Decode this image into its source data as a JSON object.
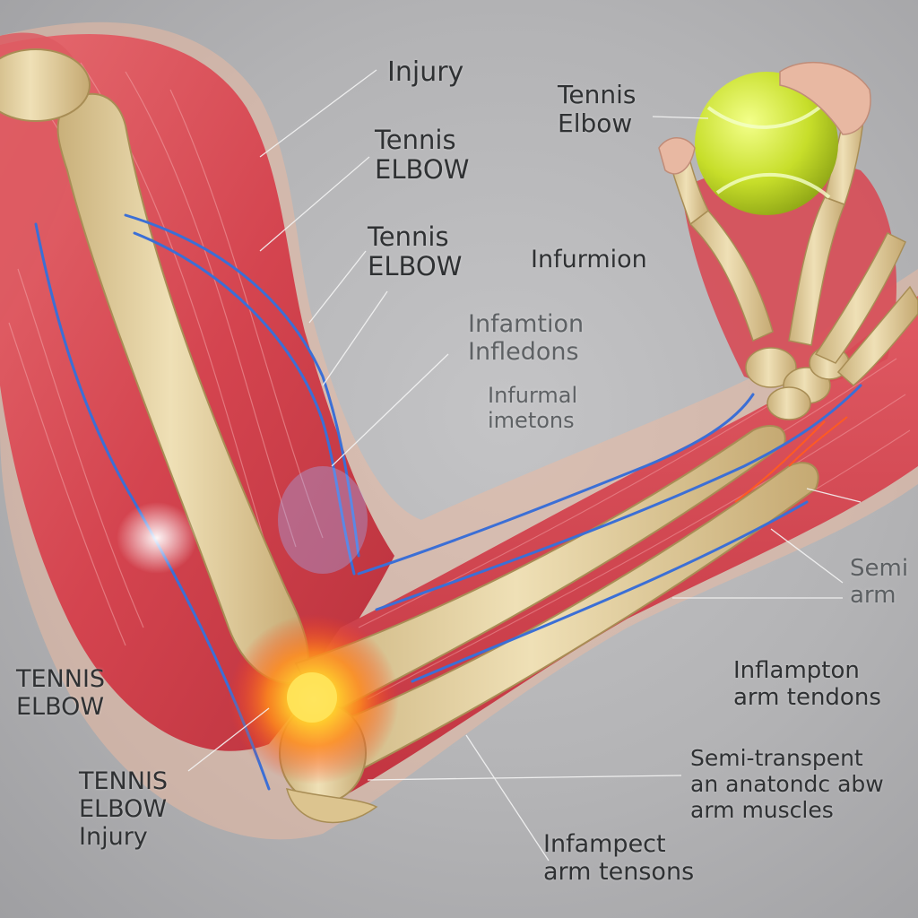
{
  "labels": {
    "injury_top": "Injury",
    "tennis_elbow_upper": {
      "line1": "Tennis",
      "line2": "ELBOW"
    },
    "tennis_elbow_mid": {
      "line1": "Tennis",
      "line2": "ELBOW"
    },
    "tennis_elbow_ball": {
      "line1": "Tennis",
      "line2": "Elbow"
    },
    "infurmion": "Infurmion",
    "infamtion_infledons": {
      "line1": "Infamtion",
      "line2": "Infledons"
    },
    "infurmal_imetons": {
      "line1": "Infurmal",
      "line2": "imetons"
    },
    "semi_right": {
      "line1": "Semi",
      "line2": "arm"
    },
    "inflampton": {
      "line1": "Inflampton",
      "line2": "arm tendons"
    },
    "semi_transparent": {
      "line1": "Semi-transpent",
      "line2": "an anatondc abw",
      "line3": "arm muscles"
    },
    "infampect": {
      "line1": "Infampect",
      "line2": "arm tensons"
    },
    "tennis_elbow_left": {
      "line1": "TENNIS",
      "line2": "ELBOW"
    },
    "tennis_elbow_injury": {
      "line1": "TENNIS",
      "line2": "ELBOW",
      "line3": "Injury"
    }
  },
  "colors": {
    "background": "#b8b8ba",
    "muscle": "#d9505a",
    "bone": "#e2cf9e",
    "vein": "#3a6fd8",
    "inflammation": "#ffcc33",
    "tennis_ball": "#cbe23a"
  }
}
